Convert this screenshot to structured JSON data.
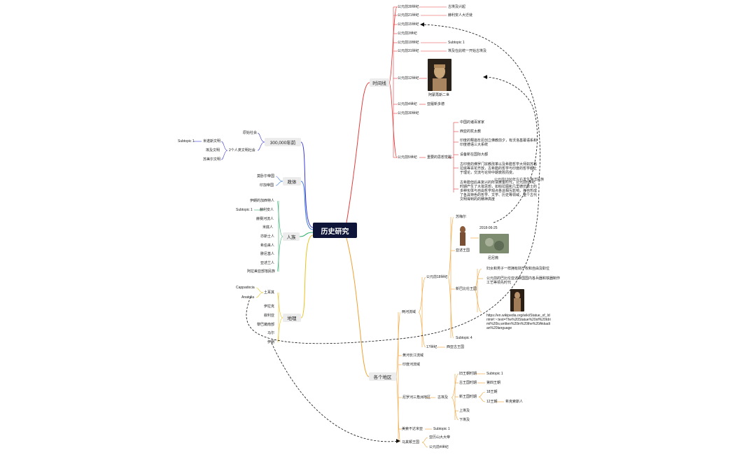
{
  "central": "历史研究",
  "branches": {
    "timeline": "时间线",
    "regions": "各个地区",
    "prehistory": "300,000年前",
    "politics": "政体",
    "peoples": "人族",
    "geography": "地理"
  },
  "timeline": {
    "rows": [
      {
        "label": "公元前39世纪",
        "child": "古埃及兴起"
      },
      {
        "label": "公元前21世纪",
        "child": "赫利安人大迁徙"
      },
      {
        "label": "公元前15世纪",
        "child": ""
      },
      {
        "label": "公元前3世纪",
        "child": ""
      },
      {
        "label": "公元前19世纪",
        "child": "Subtopic 1"
      },
      {
        "label": "公元前31世纪",
        "child": "埃及在此统一开始古埃及"
      },
      {
        "label": "公元前12世纪",
        "child": ""
      },
      {
        "label": "公元前4世纪",
        "child": "亚履新多德"
      },
      {
        "label": "公元前30世纪",
        "child": ""
      },
      {
        "label": "公元前5世纪",
        "child": "重要的思想觉醒"
      }
    ],
    "photo_caption": "阿蒙再斯二世",
    "axial_age": [
      "中国的诸百家家",
      "西亚的犹太教",
      "印度的释迦牟尼创立佛教前夕，有沃洛基幕语系和印度德语三大系统",
      "设备新在国际大都",
      "古印度的佛罗门宗教改革以及希腊哲学大师如苏格拉底等百花齐放，古希腊的哲学与印度的哲学都止于理论，交流与论辩中期衰败而变。",
      "古希腊但后来复兴的所谓黄金时代，公元前5世纪时期产生了大批思想，如柏拉图和几里德仿数士的多种实体与自由哲学观点各派相互影响，各自形成了各具特色的哲学、文学、历史等领域，整个古代文明得到的的精神高度"
    ],
    "note": "公元前1200年左右发生海洋民族"
  },
  "regions": {
    "mesopotamia": {
      "label": "两河流域",
      "c18": "公元前18世纪",
      "sumer": "苏梅尔",
      "date": "2018-06-25",
      "akkad": "亚述王国",
      "nineveh": "尼尼微",
      "neo_babylon": "新巴比伦王国",
      "nb1": "妇女和男子一样拥有财产权和自由及职位",
      "nb2": "公元前的巴比伦亚述帝国国内各兵器和铁器制作工艺等领先时代",
      "url": "https://en.wikipedia.org/wiki/Statue_of_Idrimi#:~:text=The%20Statue%20of%20Idrimi%20is,written%20in%20the%20Akkadian%20language",
      "sub4": "Subtopic 4",
      "c17": "17世纪",
      "c17_child": "西亚古王国"
    },
    "yellow": "黄河长江流域",
    "indus": "印度河流域",
    "nile": "尼罗河三角洲地区",
    "egypt": "古埃及",
    "old": "旧王朝时期",
    "old_child": "Subtopic 1",
    "middle": "古王国时期",
    "middle_child": "第四王朝",
    "new": "新王国时期",
    "new_a": "18王朝",
    "new_b": "12王朝",
    "new_b_child": "希克索斯人",
    "upper": "上埃及",
    "lower": "下埃及",
    "meso_other": "美索不达米亚",
    "meso_other_child": "Subtopic 1",
    "ptolemaic": "马其顿王国",
    "pt1": "亚历山大大帝",
    "pt2": "公元前4世纪"
  },
  "prehistory": {
    "child1": "原始社会",
    "child2": "2个人类文明社会",
    "child3": "Subtopic 1",
    "child3_child": "米诺斯文明",
    "child4": "埃及文明",
    "child5": "苏美尔文明"
  },
  "politics": [
    "莫卧尔帝国",
    "印加帝国"
  ],
  "peoples": {
    "items": [
      "伊朗的加西特人",
      "赫利安人",
      "赫赛河流人",
      "米底人",
      "亦斯士人",
      "希伯来人",
      "腓尼基人",
      "亚述兰人",
      "阿拉美亚部落民族"
    ],
    "subtopic": "Subtopic 1"
  },
  "geography": {
    "turkey": "土耳其",
    "cappadocia": "Cappadocia",
    "anatolia": "Anatolia",
    "items": [
      "伊拉克",
      "叙利亚",
      "黎巴嫩南部",
      "马尔",
      "伊朗"
    ]
  }
}
